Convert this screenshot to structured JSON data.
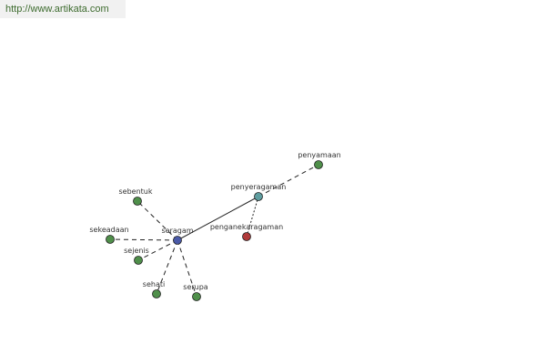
{
  "source_url": "http://www.artikata.com",
  "colors": {
    "center": "#4a5aa8",
    "hub": "#5f9ea0",
    "related": "#4f8f4a",
    "antonym": "#b03a3a",
    "link_text": "#3d6b2e"
  },
  "nodes": [
    {
      "id": "seragam",
      "label": "seragam",
      "role": "center"
    },
    {
      "id": "penyeragaman",
      "label": "penyeragaman",
      "role": "hub"
    },
    {
      "id": "penyamaan",
      "label": "penyamaan",
      "role": "related"
    },
    {
      "id": "penganekaragaman",
      "label": "penganekaragaman",
      "role": "antonym"
    },
    {
      "id": "sebentuk",
      "label": "sebentuk",
      "role": "related"
    },
    {
      "id": "sekeadaan",
      "label": "sekeadaan",
      "role": "related"
    },
    {
      "id": "sejenis",
      "label": "sejenis",
      "role": "related"
    },
    {
      "id": "sehati",
      "label": "sehati",
      "role": "related"
    },
    {
      "id": "serupa",
      "label": "serupa",
      "role": "related"
    }
  ],
  "edges": [
    {
      "from": "seragam",
      "to": "penyeragaman",
      "style": "solid"
    },
    {
      "from": "penyeragaman",
      "to": "penyamaan",
      "style": "dashed"
    },
    {
      "from": "penyeragaman",
      "to": "penganekaragaman",
      "style": "dotted"
    },
    {
      "from": "seragam",
      "to": "sebentuk",
      "style": "dashed"
    },
    {
      "from": "seragam",
      "to": "sekeadaan",
      "style": "dashed"
    },
    {
      "from": "seragam",
      "to": "sejenis",
      "style": "dashed"
    },
    {
      "from": "seragam",
      "to": "sehati",
      "style": "dashed"
    },
    {
      "from": "seragam",
      "to": "serupa",
      "style": "dashed"
    }
  ]
}
